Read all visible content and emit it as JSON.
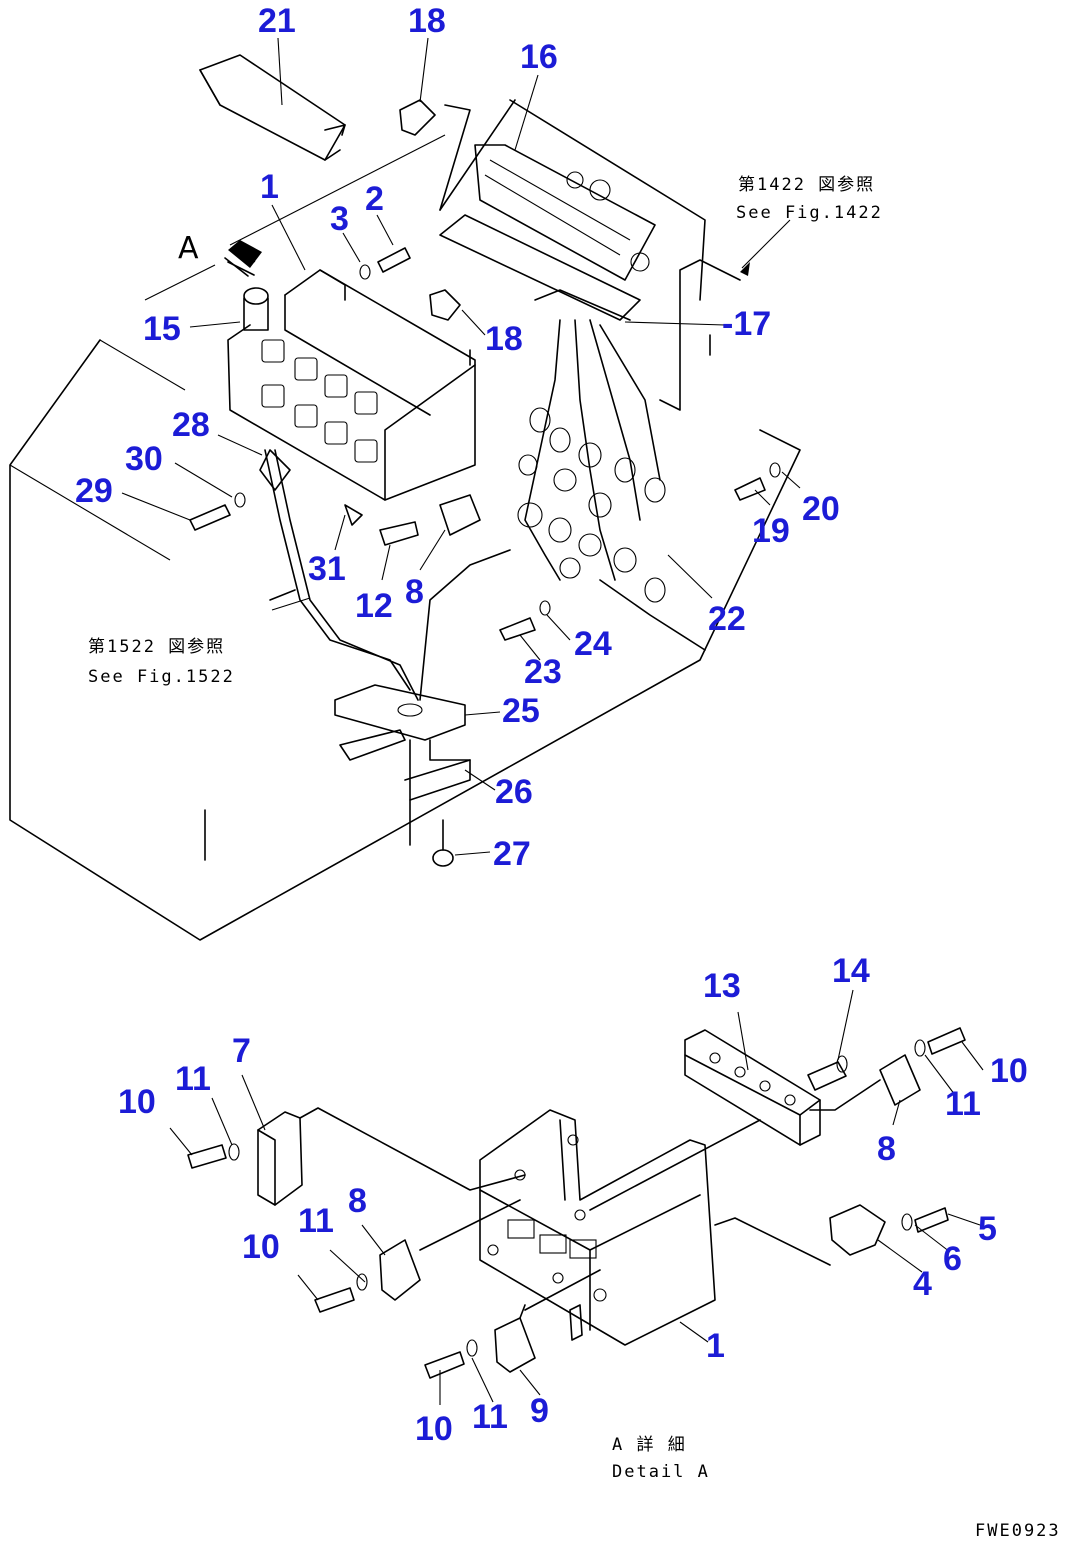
{
  "callouts": {
    "c21": "21",
    "c18a": "18",
    "c16": "16",
    "c1a": "1",
    "c2a": "2",
    "c3": "3",
    "c15": "15",
    "c18b": "18",
    "c17": "-17",
    "c28": "28",
    "c30": "30",
    "c29": "29",
    "c19": "19",
    "c20": "20",
    "c31": "31",
    "c12": "12",
    "c8a": "8",
    "c22": "22",
    "c24": "24",
    "c23": "23",
    "c25": "25",
    "c26": "26",
    "c27": "27",
    "c13": "13",
    "c14": "14",
    "c7": "7",
    "c10a": "10",
    "c11a": "11",
    "c10b": "10",
    "c11b": "11",
    "c8b": "8",
    "c8c": "8",
    "c10c": "10",
    "c11c": "11",
    "c5": "5",
    "c6": "6",
    "c4": "4",
    "c1b": "1",
    "c10d": "10",
    "c11d": "11",
    "c9": "9"
  },
  "view_marker": "A",
  "references": {
    "ref1422_jp": "第1422 図参照",
    "ref1422_en": "See Fig.1422",
    "ref1522_jp": "第1522 図参照",
    "ref1522_en": "See Fig.1522"
  },
  "detail": {
    "jp": "A 詳 細",
    "en": "Detail A"
  },
  "drawing_code": "FWE0923"
}
